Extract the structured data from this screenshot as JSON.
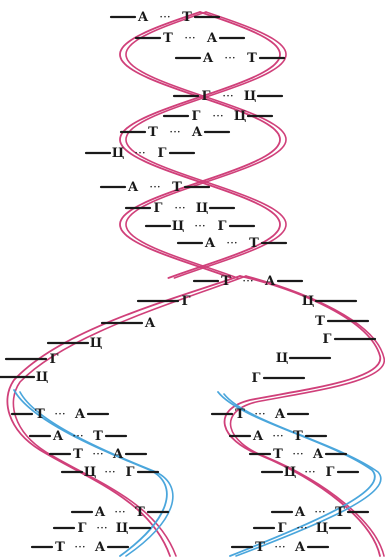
{
  "strand_colors": {
    "parent": "#d0407a",
    "new": "#4aa6dc",
    "rung": "#1a1a1a"
  },
  "paired_rungs": [
    {
      "a": "А",
      "b": "Т"
    },
    {
      "a": "Т",
      "b": "А"
    },
    {
      "a": "А",
      "b": "Т"
    },
    {
      "a": "Г",
      "b": "Ц"
    },
    {
      "a": "Г",
      "b": "Ц"
    },
    {
      "a": "Т",
      "b": "А"
    },
    {
      "a": "Ц",
      "b": "Г"
    },
    {
      "a": "А",
      "b": "Т"
    },
    {
      "a": "Г",
      "b": "Ц"
    },
    {
      "a": "Ц",
      "b": "Г"
    },
    {
      "a": "А",
      "b": "Т"
    },
    {
      "a": "Т",
      "b": "А"
    }
  ],
  "unpaired_left": [
    "Г",
    "А",
    "Ц",
    "Г",
    "Ц"
  ],
  "unpaired_right": [
    "Ц",
    "Т",
    "Г",
    "Ц",
    "Г"
  ],
  "left_daughter": [
    {
      "a": "Т",
      "b": "А"
    },
    {
      "a": "А",
      "b": "Т"
    },
    {
      "a": "Т",
      "b": "А"
    },
    {
      "a": "Ц",
      "b": "Г"
    },
    {
      "a": "А",
      "b": "Т"
    },
    {
      "a": "Г",
      "b": "Ц"
    },
    {
      "a": "Т",
      "b": "А"
    }
  ],
  "right_daughter": [
    {
      "a": "Т",
      "b": "А"
    },
    {
      "a": "А",
      "b": "Т"
    },
    {
      "a": "Т",
      "b": "А"
    },
    {
      "a": "Ц",
      "b": "Г"
    },
    {
      "a": "А",
      "b": "Т"
    },
    {
      "a": "Г",
      "b": "Ц"
    },
    {
      "a": "Т",
      "b": "А"
    }
  ]
}
